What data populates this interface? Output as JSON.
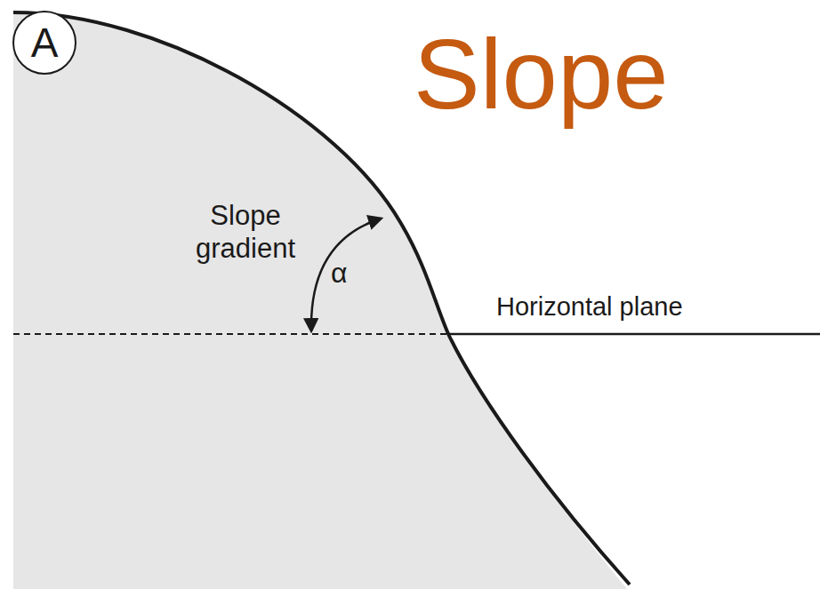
{
  "diagram": {
    "title": "Slope",
    "nodes": [
      {
        "text": [
          "A"
        ]
      }
    ],
    "labels": [
      "Slope gradient",
      "α",
      "Horizontal plane"
    ]
  }
}
